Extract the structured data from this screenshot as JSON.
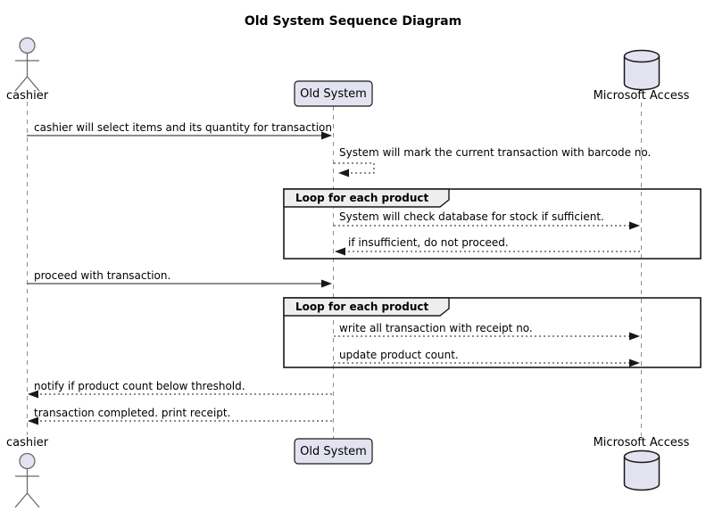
{
  "title": "Old System Sequence Diagram",
  "participants": [
    {
      "name": "cashier",
      "type": "actor"
    },
    {
      "name": "Old System",
      "type": "participant"
    },
    {
      "name": "Microsoft Access",
      "type": "database"
    }
  ],
  "messages": [
    {
      "label": "cashier will select items and its quantity for transaction",
      "from": "cashier",
      "to": "Old System",
      "line": "solid"
    },
    {
      "label": "System will mark the current transaction with barcode no.",
      "from": "Old System",
      "to": "Old System",
      "line": "dashed"
    },
    {
      "label": "System will check database for stock if sufficient.",
      "from": "Old System",
      "to": "Microsoft Access",
      "line": "dashed"
    },
    {
      "label": "if insufficient, do not proceed.",
      "from": "Microsoft Access",
      "to": "Old System",
      "line": "dashed"
    },
    {
      "label": "proceed with transaction.",
      "from": "cashier",
      "to": "Old System",
      "line": "solid"
    },
    {
      "label": "write all transaction with receipt no.",
      "from": "Old System",
      "to": "Microsoft Access",
      "line": "dashed"
    },
    {
      "label": "update product count.",
      "from": "Old System",
      "to": "Microsoft Access",
      "line": "dashed"
    },
    {
      "label": "notify if product count below threshold.",
      "from": "Old System",
      "to": "cashier",
      "line": "dashed"
    },
    {
      "label": "transaction completed. print receipt.",
      "from": "Old System",
      "to": "cashier",
      "line": "dashed"
    }
  ],
  "loops": [
    {
      "label": "Loop for each product"
    },
    {
      "label": "Loop for each product"
    }
  ],
  "colors": {
    "participant_fill": "#E2E2F0",
    "participant_border": "#181818",
    "loop_header_fill": "#EEEEEE",
    "frame_border": "#181818",
    "lifeline": "#8F8F8F",
    "arrow": "#181818",
    "text": "#000000"
  }
}
